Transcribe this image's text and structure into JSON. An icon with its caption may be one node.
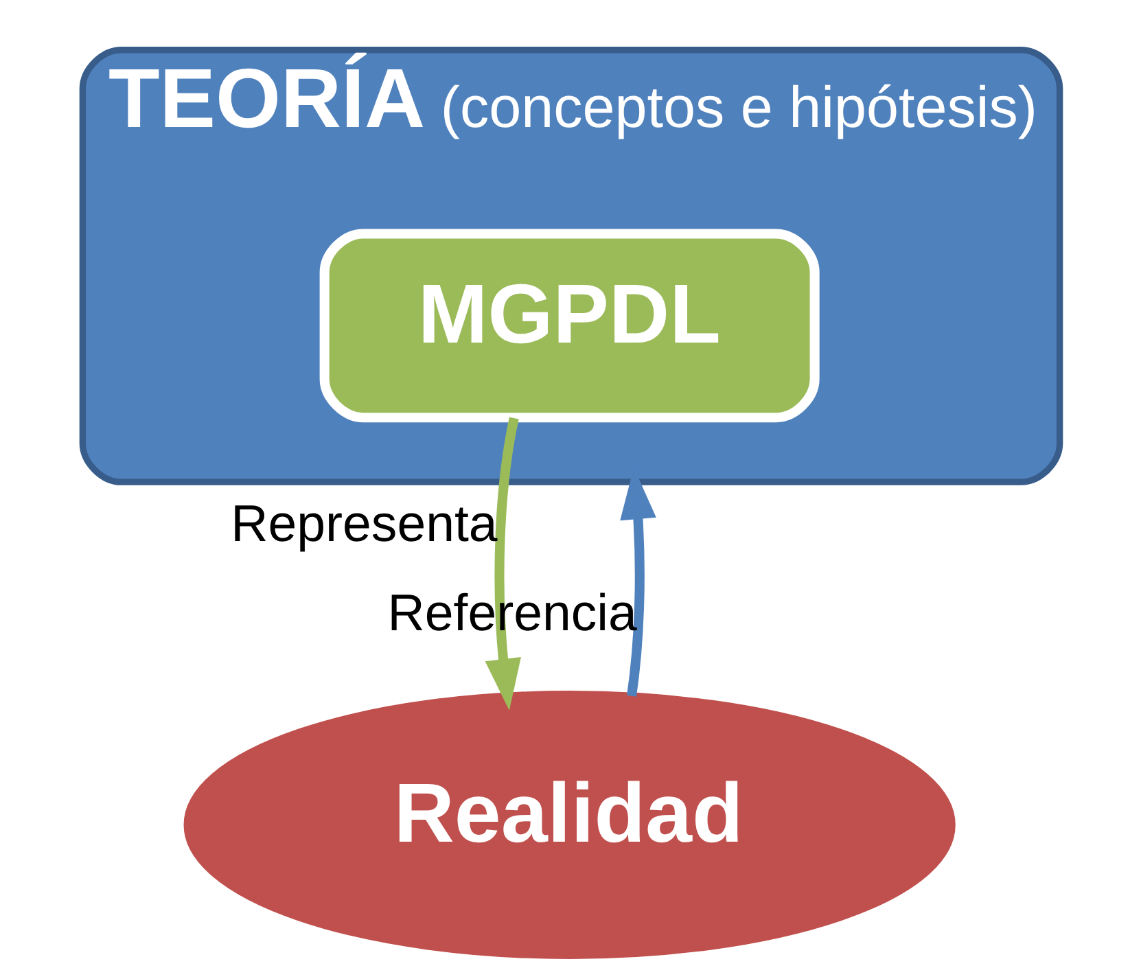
{
  "diagram": {
    "nodes": [
      {
        "text": [
          "TEORÍA",
          "(conceptos e hipótesis)"
        ]
      },
      {
        "text": [
          "MGPDL"
        ],
        "in": 0
      },
      {
        "text": [
          "Realidad"
        ]
      }
    ],
    "edges": [
      {
        "from": 2,
        "to": 0,
        "arrow": "to",
        "label": "Referencia",
        "color": "#4f81bd"
      },
      {
        "from": 1,
        "to": 2,
        "arrow": "to",
        "label": "Representa",
        "color": "#9bbb59"
      }
    ]
  }
}
